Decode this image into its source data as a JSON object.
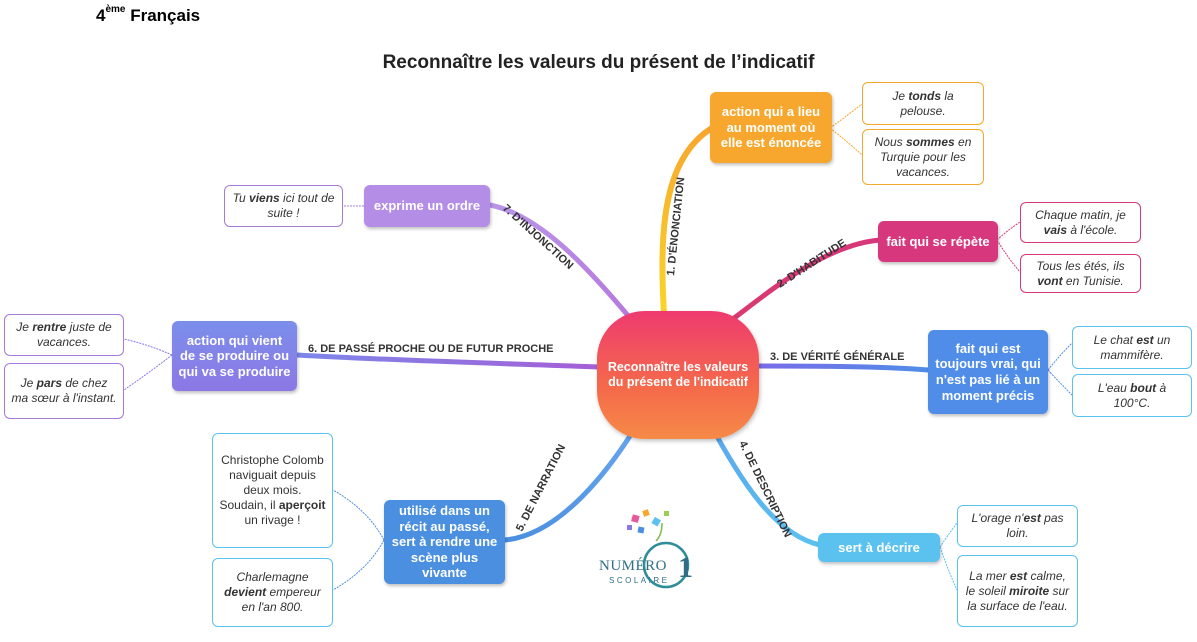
{
  "header": {
    "grade_num": "4",
    "grade_sup": "ème",
    "grade_subject": " Français",
    "title": "Reconnaître les valeurs du présent de l’indicatif"
  },
  "center": {
    "label": "Reconnaître les valeurs du présent de l'indicatif"
  },
  "branches": [
    {
      "label": "1. D'ÉNONCIATION",
      "color": "#f7a72d",
      "definition": "action qui a lieu au moment où elle est énoncée",
      "examples": [
        [
          "Je ",
          [
            "b",
            "tonds"
          ],
          " la pelouse."
        ],
        [
          "Nous ",
          [
            "b",
            "sommes"
          ],
          " en Turquie pour les vacances."
        ]
      ]
    },
    {
      "label": "2. D'HABITUDE",
      "color": "#d7377c",
      "definition": "fait qui se répète",
      "examples": [
        [
          "Chaque matin, je ",
          [
            "b",
            "vais"
          ],
          " à l'école."
        ],
        [
          "Tous les étés, ils ",
          [
            "b",
            "vont"
          ],
          " en Tunisie."
        ]
      ]
    },
    {
      "label": "3. DE VÉRITÉ GÉNÉRALE",
      "color": "#4f8de8",
      "definition": "fait qui est toujours vrai, qui n'est pas lié à un moment précis",
      "examples": [
        [
          "Le chat ",
          [
            "b",
            "est"
          ],
          " un mammifère."
        ],
        [
          "L'eau ",
          [
            "b",
            "bout"
          ],
          " à 100°C."
        ]
      ]
    },
    {
      "label": "4. DE DESCRIPTION",
      "color": "#5bc2ef",
      "definition": "sert à décrire",
      "examples": [
        [
          "L'orage n'",
          [
            "b",
            "est"
          ],
          " pas loin."
        ],
        [
          "La mer ",
          [
            "b",
            "est"
          ],
          " calme, le soleil ",
          [
            "b",
            "miroite"
          ],
          " sur la surface de l'eau."
        ]
      ]
    },
    {
      "label": "5. DE NARRATION",
      "color": "#4a8fe0",
      "definition": "utilisé dans un récit au passé, sert à rendre une scène plus vivante",
      "examples": [
        [
          "Christophe Colomb naviguait depuis deux mois. Soudain, il ",
          [
            "b",
            "aperçoit"
          ],
          " un rivage !"
        ],
        [
          "Charlemagne ",
          [
            "b",
            "devient"
          ],
          " empereur en l'an 800."
        ]
      ]
    },
    {
      "label": "6. DE PASSÉ PROCHE OU DE FUTUR PROCHE",
      "color": "#8b78e8",
      "definition": "action qui vient de se produire ou qui va se produire",
      "examples": [
        [
          "Je ",
          [
            "b",
            "rentre"
          ],
          " juste de vacances."
        ],
        [
          "Je ",
          [
            "b",
            "pars"
          ],
          " de chez ma sœur à l'instant."
        ]
      ]
    },
    {
      "label": "7. D'INJONCTION",
      "color": "#a57ad8",
      "definition": "exprime un ordre",
      "examples": [
        [
          "Tu ",
          [
            "b",
            "viens"
          ],
          " ici tout de suite !"
        ]
      ]
    }
  ],
  "logo": {
    "main": "NUMÉRO",
    "number": "1",
    "sub": "SCOLAIRE"
  }
}
